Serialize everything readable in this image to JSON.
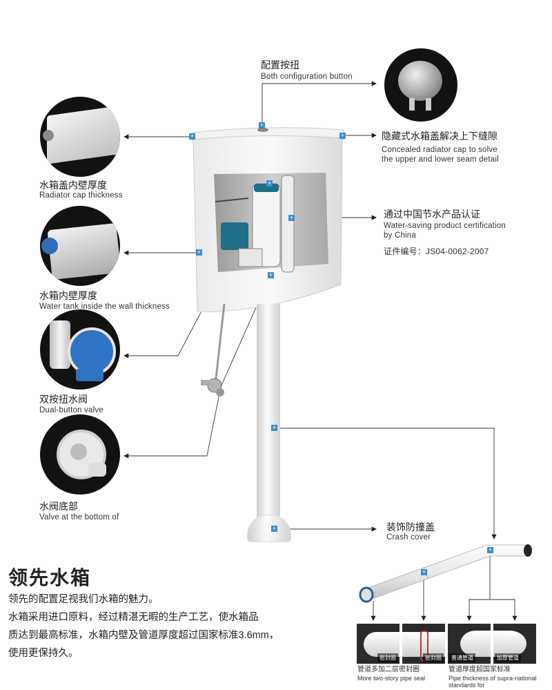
{
  "callouts": {
    "button": {
      "zh": "配置按扭",
      "en": "Both configuration button"
    },
    "radiator_cap": {
      "zh": "隐藏式水箱盖解决上下缝隙",
      "en1": "Concealed radiator cap to solve",
      "en2": "the upper and lower seam detail"
    },
    "certification": {
      "zh": "通过中国节水产品认证",
      "en1": "Water-saving product certification",
      "en2": "by China",
      "cert_no": "证件编号：JS04-0062-2007"
    },
    "cap_thickness": {
      "zh": "水箱盖内壁厚度",
      "en": "Radiator cap thickness"
    },
    "wall_thickness": {
      "zh": "水箱内壁厚度",
      "en": "Water tank inside the wall thickness"
    },
    "dual_valve": {
      "zh": "双按扭水阀",
      "en": "Dual-button valve"
    },
    "valve_bottom": {
      "zh": "水阀底部",
      "en": "Valve at the bottom of"
    },
    "crash_cover": {
      "zh": "装饰防撞盖",
      "en": "Crash cover"
    }
  },
  "feature": {
    "title": "领先水箱",
    "lines": [
      "领先的配置足视我们水箱的魅力。",
      "水箱采用进口原料，经过精湛无暇的生产工艺，使水箱品",
      "质达到最高标准，水箱内壁及管道厚度超过国家标准3.6mm，",
      "使用更保持久。"
    ]
  },
  "pipe_photos": {
    "labels": [
      "密封圈",
      "密封圈",
      "普通管道",
      "加厚管道"
    ],
    "caption_left": {
      "zh": "管道多加二层密封圈",
      "en": "More two-story pipe seal"
    },
    "caption_right": {
      "zh": "管道厚度超国家标准",
      "en1": "Pipe thickness of supra-national",
      "en2": "standards for"
    }
  },
  "colors": {
    "accent": "#3a8fc9",
    "teal": "#1f6f86",
    "circle_bg": "#121212"
  },
  "icons": [
    "plus-marker-icon",
    "arrow-icon"
  ]
}
